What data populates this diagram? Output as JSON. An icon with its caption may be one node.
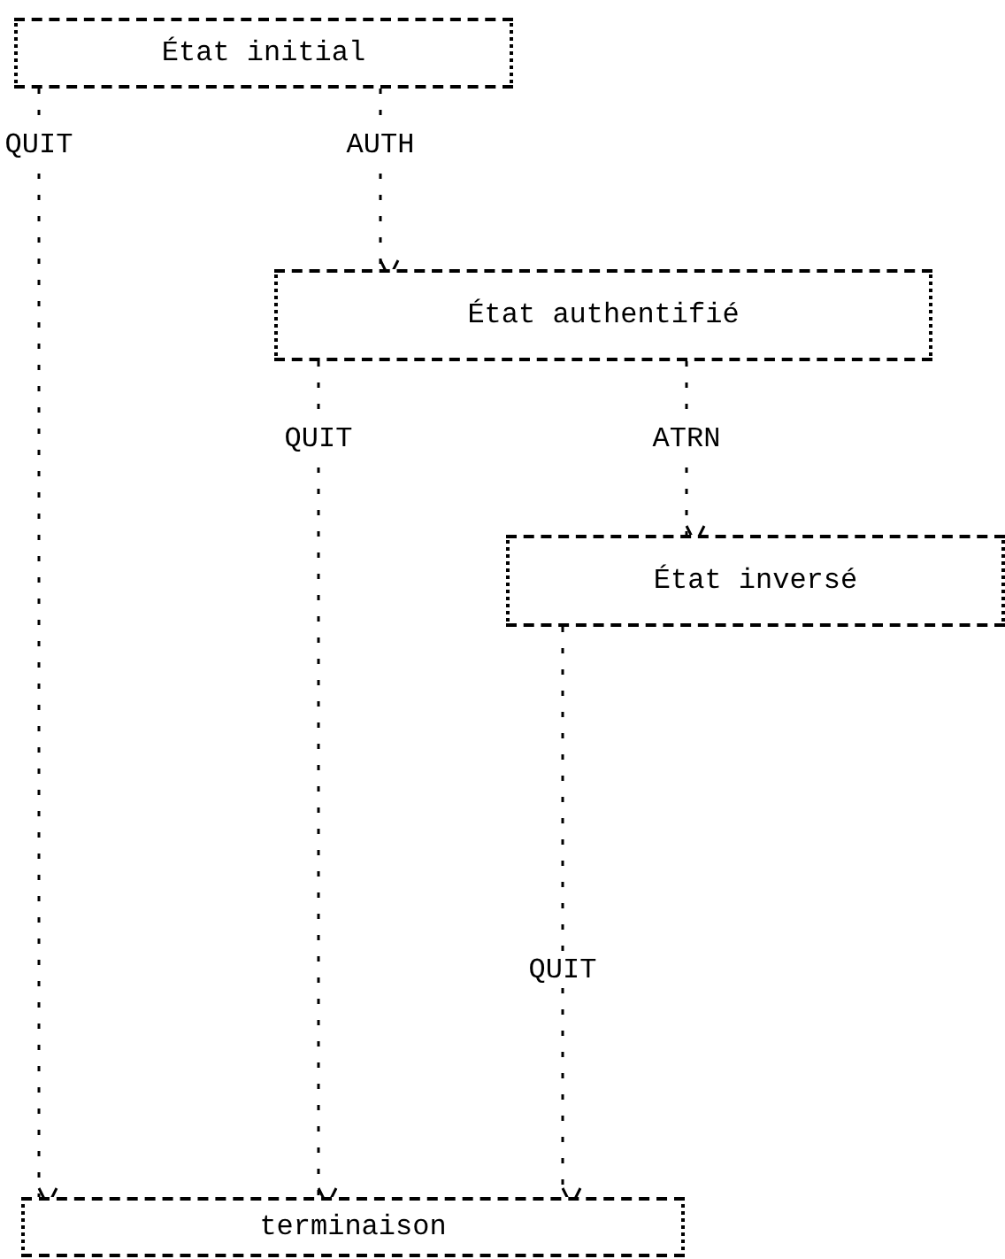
{
  "diagram": {
    "nodes": [
      {
        "text": [
          "État initial"
        ]
      },
      {
        "text": [
          "État authentifié"
        ]
      },
      {
        "text": [
          "État inversé"
        ]
      },
      {
        "text": [
          "terminaison"
        ]
      }
    ],
    "edges": [
      {
        "from": 0,
        "to": 3,
        "arrow": "to",
        "label": "QUIT"
      },
      {
        "from": 0,
        "to": 1,
        "arrow": "to",
        "label": "AUTH"
      },
      {
        "from": 1,
        "to": 3,
        "arrow": "to",
        "label": "QUIT"
      },
      {
        "from": 1,
        "to": 2,
        "arrow": "to",
        "label": "ATRN"
      },
      {
        "from": 2,
        "to": 3,
        "arrow": "to",
        "label": "QUIT"
      }
    ]
  }
}
